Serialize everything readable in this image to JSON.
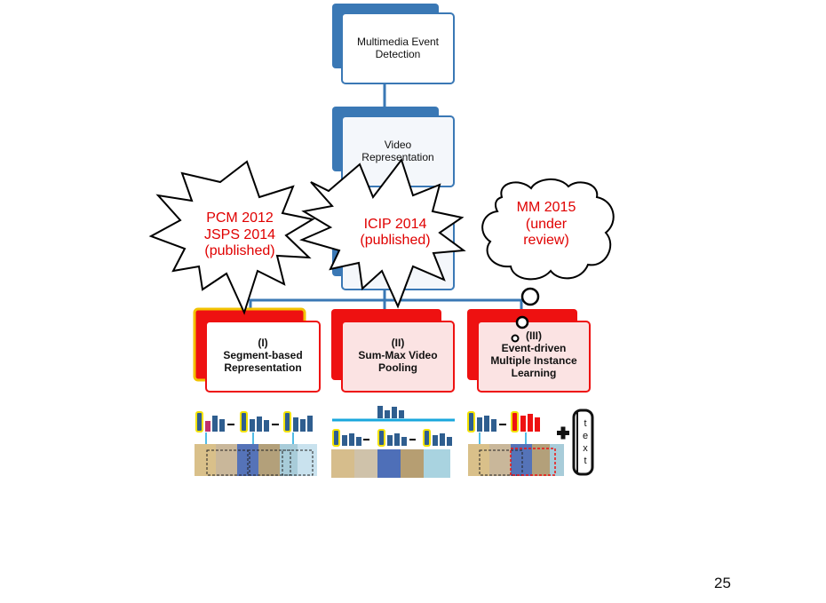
{
  "nodes": {
    "root": {
      "line1": "Multimedia Event",
      "line2": "Detection"
    },
    "video": {
      "line1": "Video",
      "line2": "Representation"
    },
    "branch1": {
      "num": "(I)",
      "line1": "Segment-based",
      "line2": "Representation"
    },
    "branch2": {
      "num": "(II)",
      "line1": "Sum-Max Video",
      "line2": "Pooling"
    },
    "branch3": {
      "num": "(III)",
      "line1": "Event-driven",
      "line2": "Multiple Instance",
      "line3": "Learning"
    }
  },
  "callouts": {
    "left": {
      "line1": "PCM 2012",
      "line2": "JSPS 2014",
      "line3": "(published)"
    },
    "middle": {
      "line1": "ICIP 2014",
      "line2": "(published)"
    },
    "right": {
      "line1": "MM 2015",
      "line2": "(under",
      "line3": "review)"
    }
  },
  "scroll_text": [
    "t",
    "e",
    "x",
    "t"
  ],
  "page_number": "25",
  "colors": {
    "blue": "#3a78b5",
    "red": "#ee1111",
    "lightblue_fill": "#f4f7fb",
    "pink_fill": "#fbe3e3",
    "outline_gold": "#f2c200",
    "accent_cyan": "#19a7dd"
  }
}
